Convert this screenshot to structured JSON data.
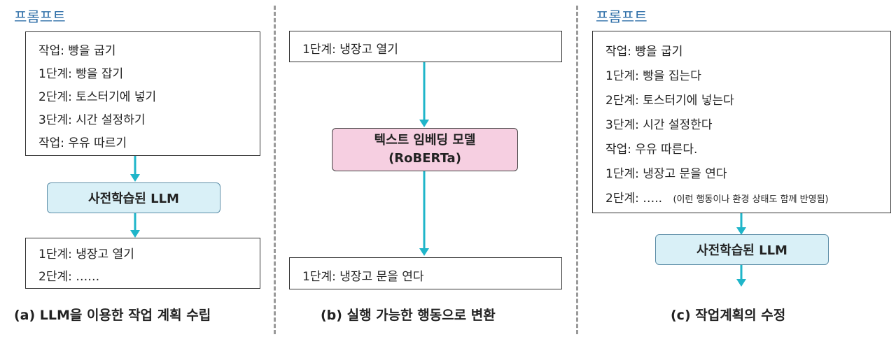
{
  "panel_a": {
    "prompt_label": "프롬프트",
    "prompt_lines": [
      "작업: 빵을 굽기",
      "1단계: 빵을 잡기",
      "2단계: 토스터기에 넣기",
      "3단계: 시간 설정하기",
      "작업: 우유 따르기"
    ],
    "model_label": "사전학습된 LLM",
    "output_lines": [
      "1단계: 냉장고 열기",
      "2단계: ……"
    ],
    "caption": "(a) LLM을 이용한 작업 계획 수립"
  },
  "panel_b": {
    "input_line": "1단계: 냉장고 열기",
    "model_line1": "텍스트 임베딩 모델",
    "model_line2": "(RoBERTa)",
    "output_line": "1단계: 냉장고 문을 연다",
    "caption": "(b) 실행 가능한 행동으로 변환"
  },
  "panel_c": {
    "prompt_label": "프롬프트",
    "prompt_lines": [
      "작업: 빵을 굽기",
      "1단계: 빵을 집는다",
      "2단계: 토스터기에 넣는다",
      "3단계: 시간 설정한다",
      "작업: 우유 따른다.",
      "1단계: 냉장고 문을 연다"
    ],
    "last_line_prefix": "2단계: …..",
    "last_line_note": "(이런 행동이나 환경 상태도 함께 반영됨)",
    "model_label": "사전학습된 LLM",
    "caption": "(c) 작업계획의 수정"
  },
  "colors": {
    "arrow": "#1fb5c9",
    "prompt_label": "#2f6fa8",
    "llm_fill": "#d9f0f7",
    "embed_fill": "#f6cfe1"
  }
}
